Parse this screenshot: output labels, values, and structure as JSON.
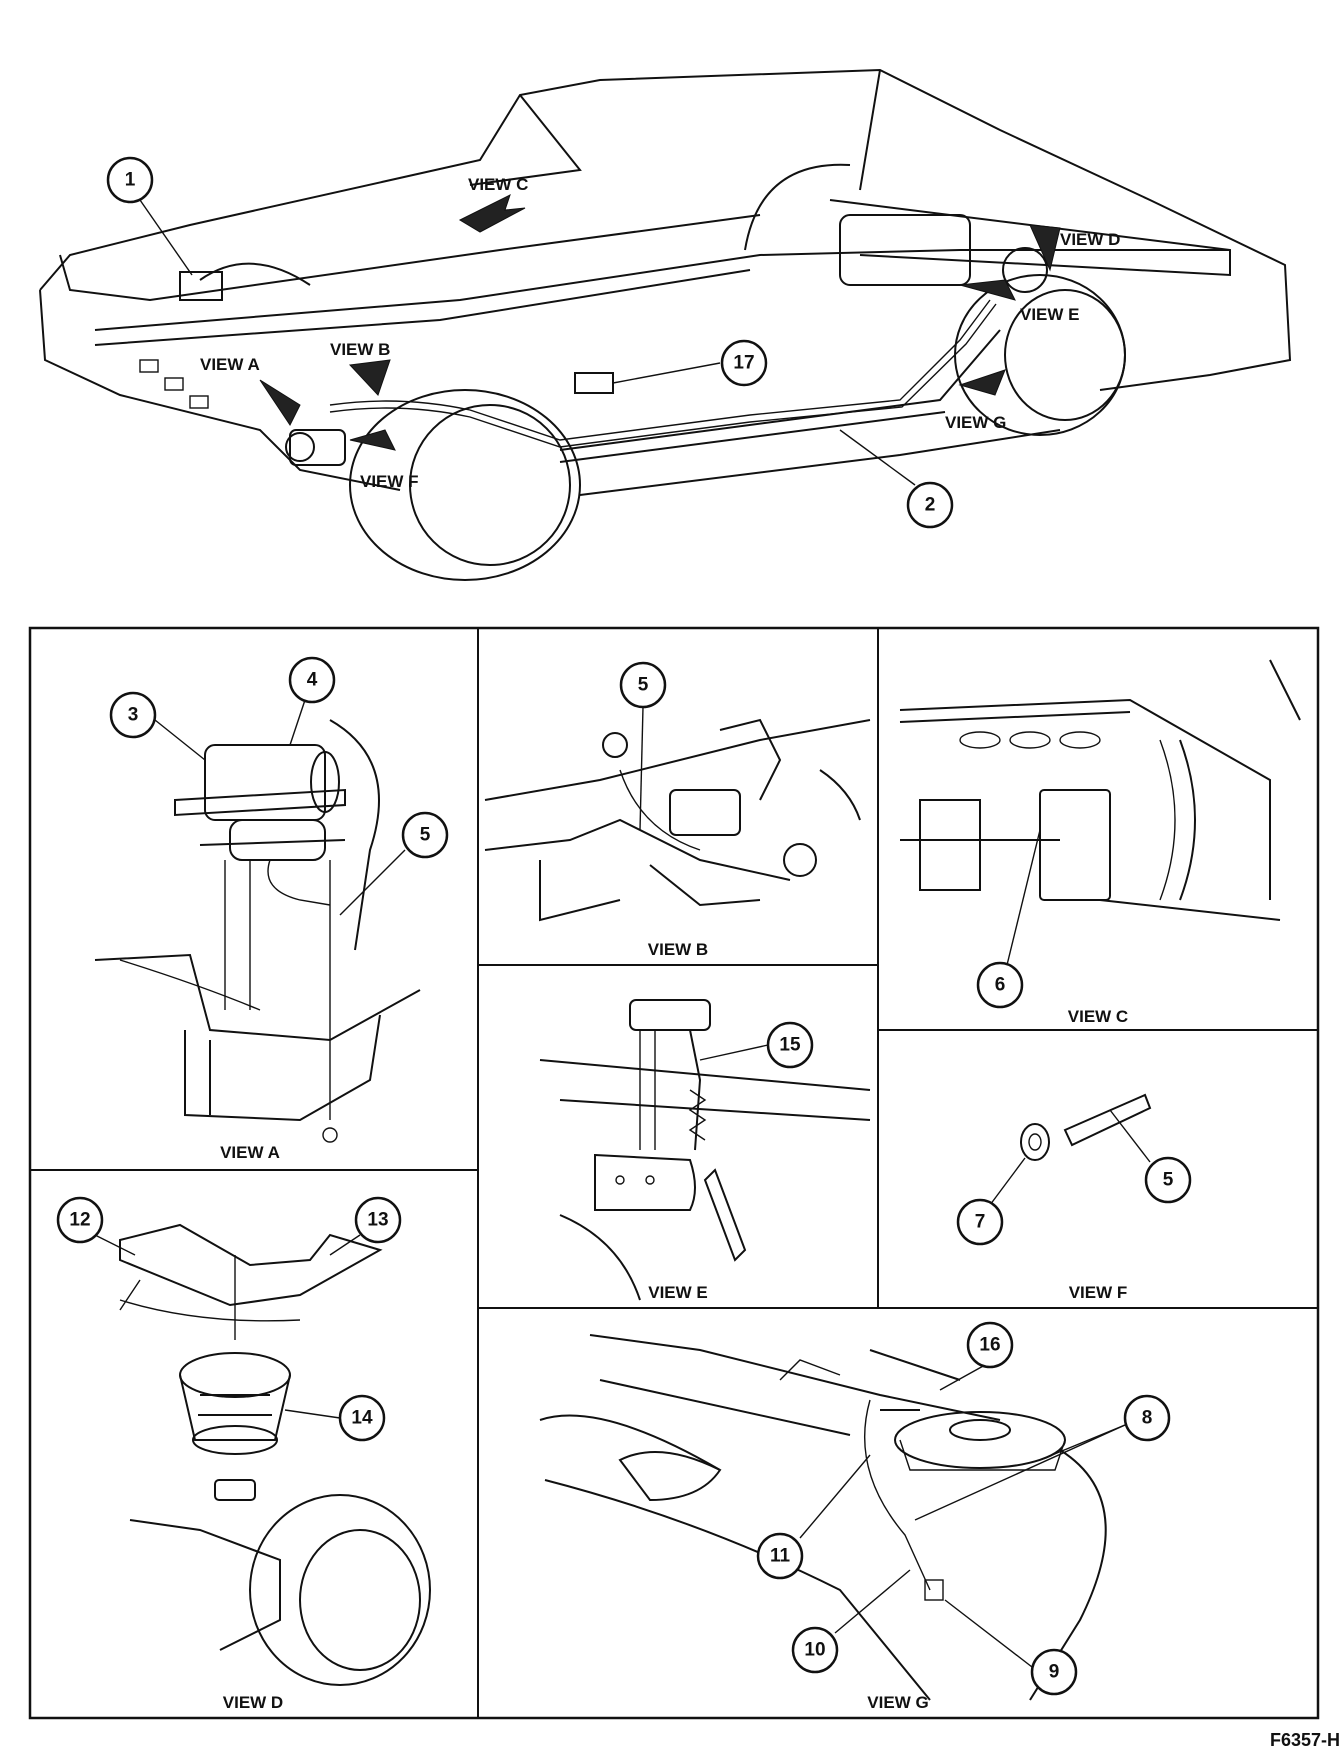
{
  "figure_id": "F6357-H",
  "overview": {
    "view_labels": [
      "VIEW C",
      "VIEW B",
      "VIEW A",
      "VIEW F",
      "VIEW D",
      "VIEW E",
      "VIEW G"
    ],
    "callouts": [
      "1",
      "17",
      "2"
    ]
  },
  "panels": {
    "a": {
      "caption": "VIEW A",
      "callouts": [
        "3",
        "4",
        "5"
      ]
    },
    "b": {
      "caption": "VIEW B",
      "callouts": [
        "5"
      ]
    },
    "c": {
      "caption": "VIEW C",
      "callouts": [
        "6"
      ]
    },
    "d": {
      "caption": "VIEW D",
      "callouts": [
        "12",
        "13",
        "14"
      ]
    },
    "e": {
      "caption": "VIEW E",
      "callouts": [
        "15"
      ]
    },
    "f": {
      "caption": "VIEW F",
      "callouts": [
        "7",
        "5"
      ]
    },
    "g": {
      "caption": "VIEW G",
      "callouts": [
        "16",
        "8",
        "11",
        "10",
        "9"
      ]
    }
  }
}
